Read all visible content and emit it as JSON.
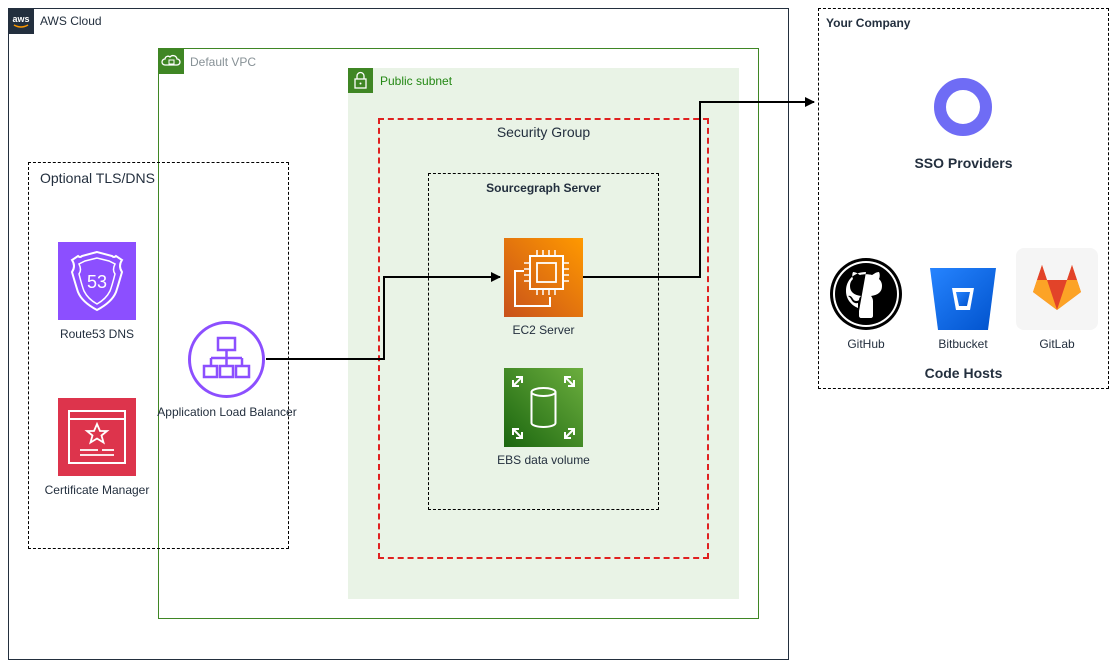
{
  "aws_cloud": {
    "title": "AWS Cloud",
    "badge": "aws"
  },
  "vpc": {
    "title": "Default VPC"
  },
  "subnet": {
    "title": "Public subnet"
  },
  "security_group": {
    "title": "Security Group"
  },
  "server": {
    "title": "Sourcegraph Server"
  },
  "optional": {
    "title": "Optional TLS/DNS"
  },
  "services": {
    "route53": {
      "label": "Route53 DNS",
      "badge": "53",
      "icon": "route53-icon",
      "color": "#8c4fff"
    },
    "cert": {
      "label": "Certificate Manager",
      "icon": "certificate-manager-icon",
      "color": "#dd344c"
    },
    "alb": {
      "label": "Application Load Balancer",
      "icon": "load-balancer-icon",
      "color": "#8c4fff"
    },
    "ec2": {
      "label": "EC2 Server",
      "icon": "ec2-icon",
      "color": "#ed7100"
    },
    "ebs": {
      "label": "EBS data volume",
      "icon": "ebs-icon",
      "color": "#3f8624"
    }
  },
  "company": {
    "title": "Your Company",
    "sso": {
      "label": "SSO Providers",
      "icon": "sso-ring-icon",
      "color": "#6f6cf5"
    },
    "code_hosts": {
      "title": "Code Hosts",
      "items": [
        {
          "label": "GitHub",
          "icon": "github-icon"
        },
        {
          "label": "Bitbucket",
          "icon": "bitbucket-icon"
        },
        {
          "label": "GitLab",
          "icon": "gitlab-icon"
        }
      ]
    }
  },
  "colors": {
    "vpc_border": "#3f8624",
    "subnet_fill": "#e9f3e6",
    "security_group_border": "#e02020",
    "connector": "#000000"
  }
}
